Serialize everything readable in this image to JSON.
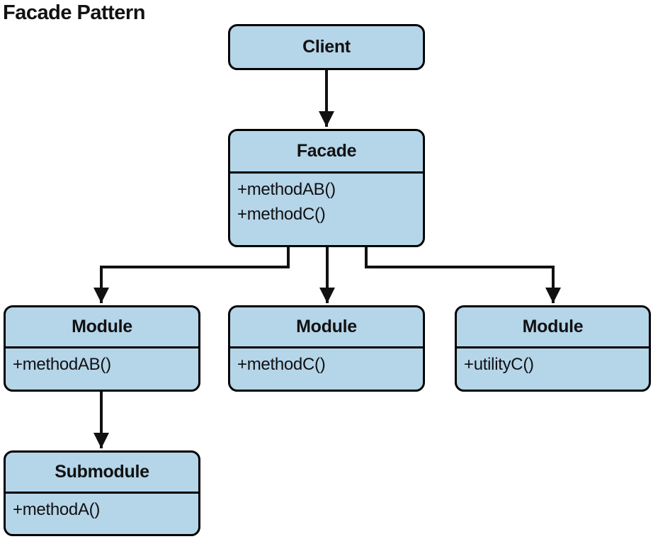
{
  "title": "Facade Pattern",
  "colors": {
    "background": "#ffffff",
    "node_fill": "#b5d5e9",
    "node_border": "#000000",
    "text": "#111111"
  },
  "nodes": {
    "client": {
      "title": "Client"
    },
    "facade": {
      "title": "Facade",
      "methods": [
        "+methodAB()",
        "+methodC()"
      ]
    },
    "module_left": {
      "title": "Module",
      "methods": [
        "+methodAB()"
      ]
    },
    "module_center": {
      "title": "Module",
      "methods": [
        "+methodC()"
      ]
    },
    "module_right": {
      "title": "Module",
      "methods": [
        "+utilityC()"
      ]
    },
    "submodule": {
      "title": "Submodule",
      "methods": [
        "+methodA()"
      ]
    }
  },
  "edges": [
    {
      "from": "client",
      "to": "facade"
    },
    {
      "from": "facade",
      "to": "module_left"
    },
    {
      "from": "facade",
      "to": "module_center"
    },
    {
      "from": "facade",
      "to": "module_right"
    },
    {
      "from": "module_left",
      "to": "submodule"
    }
  ]
}
